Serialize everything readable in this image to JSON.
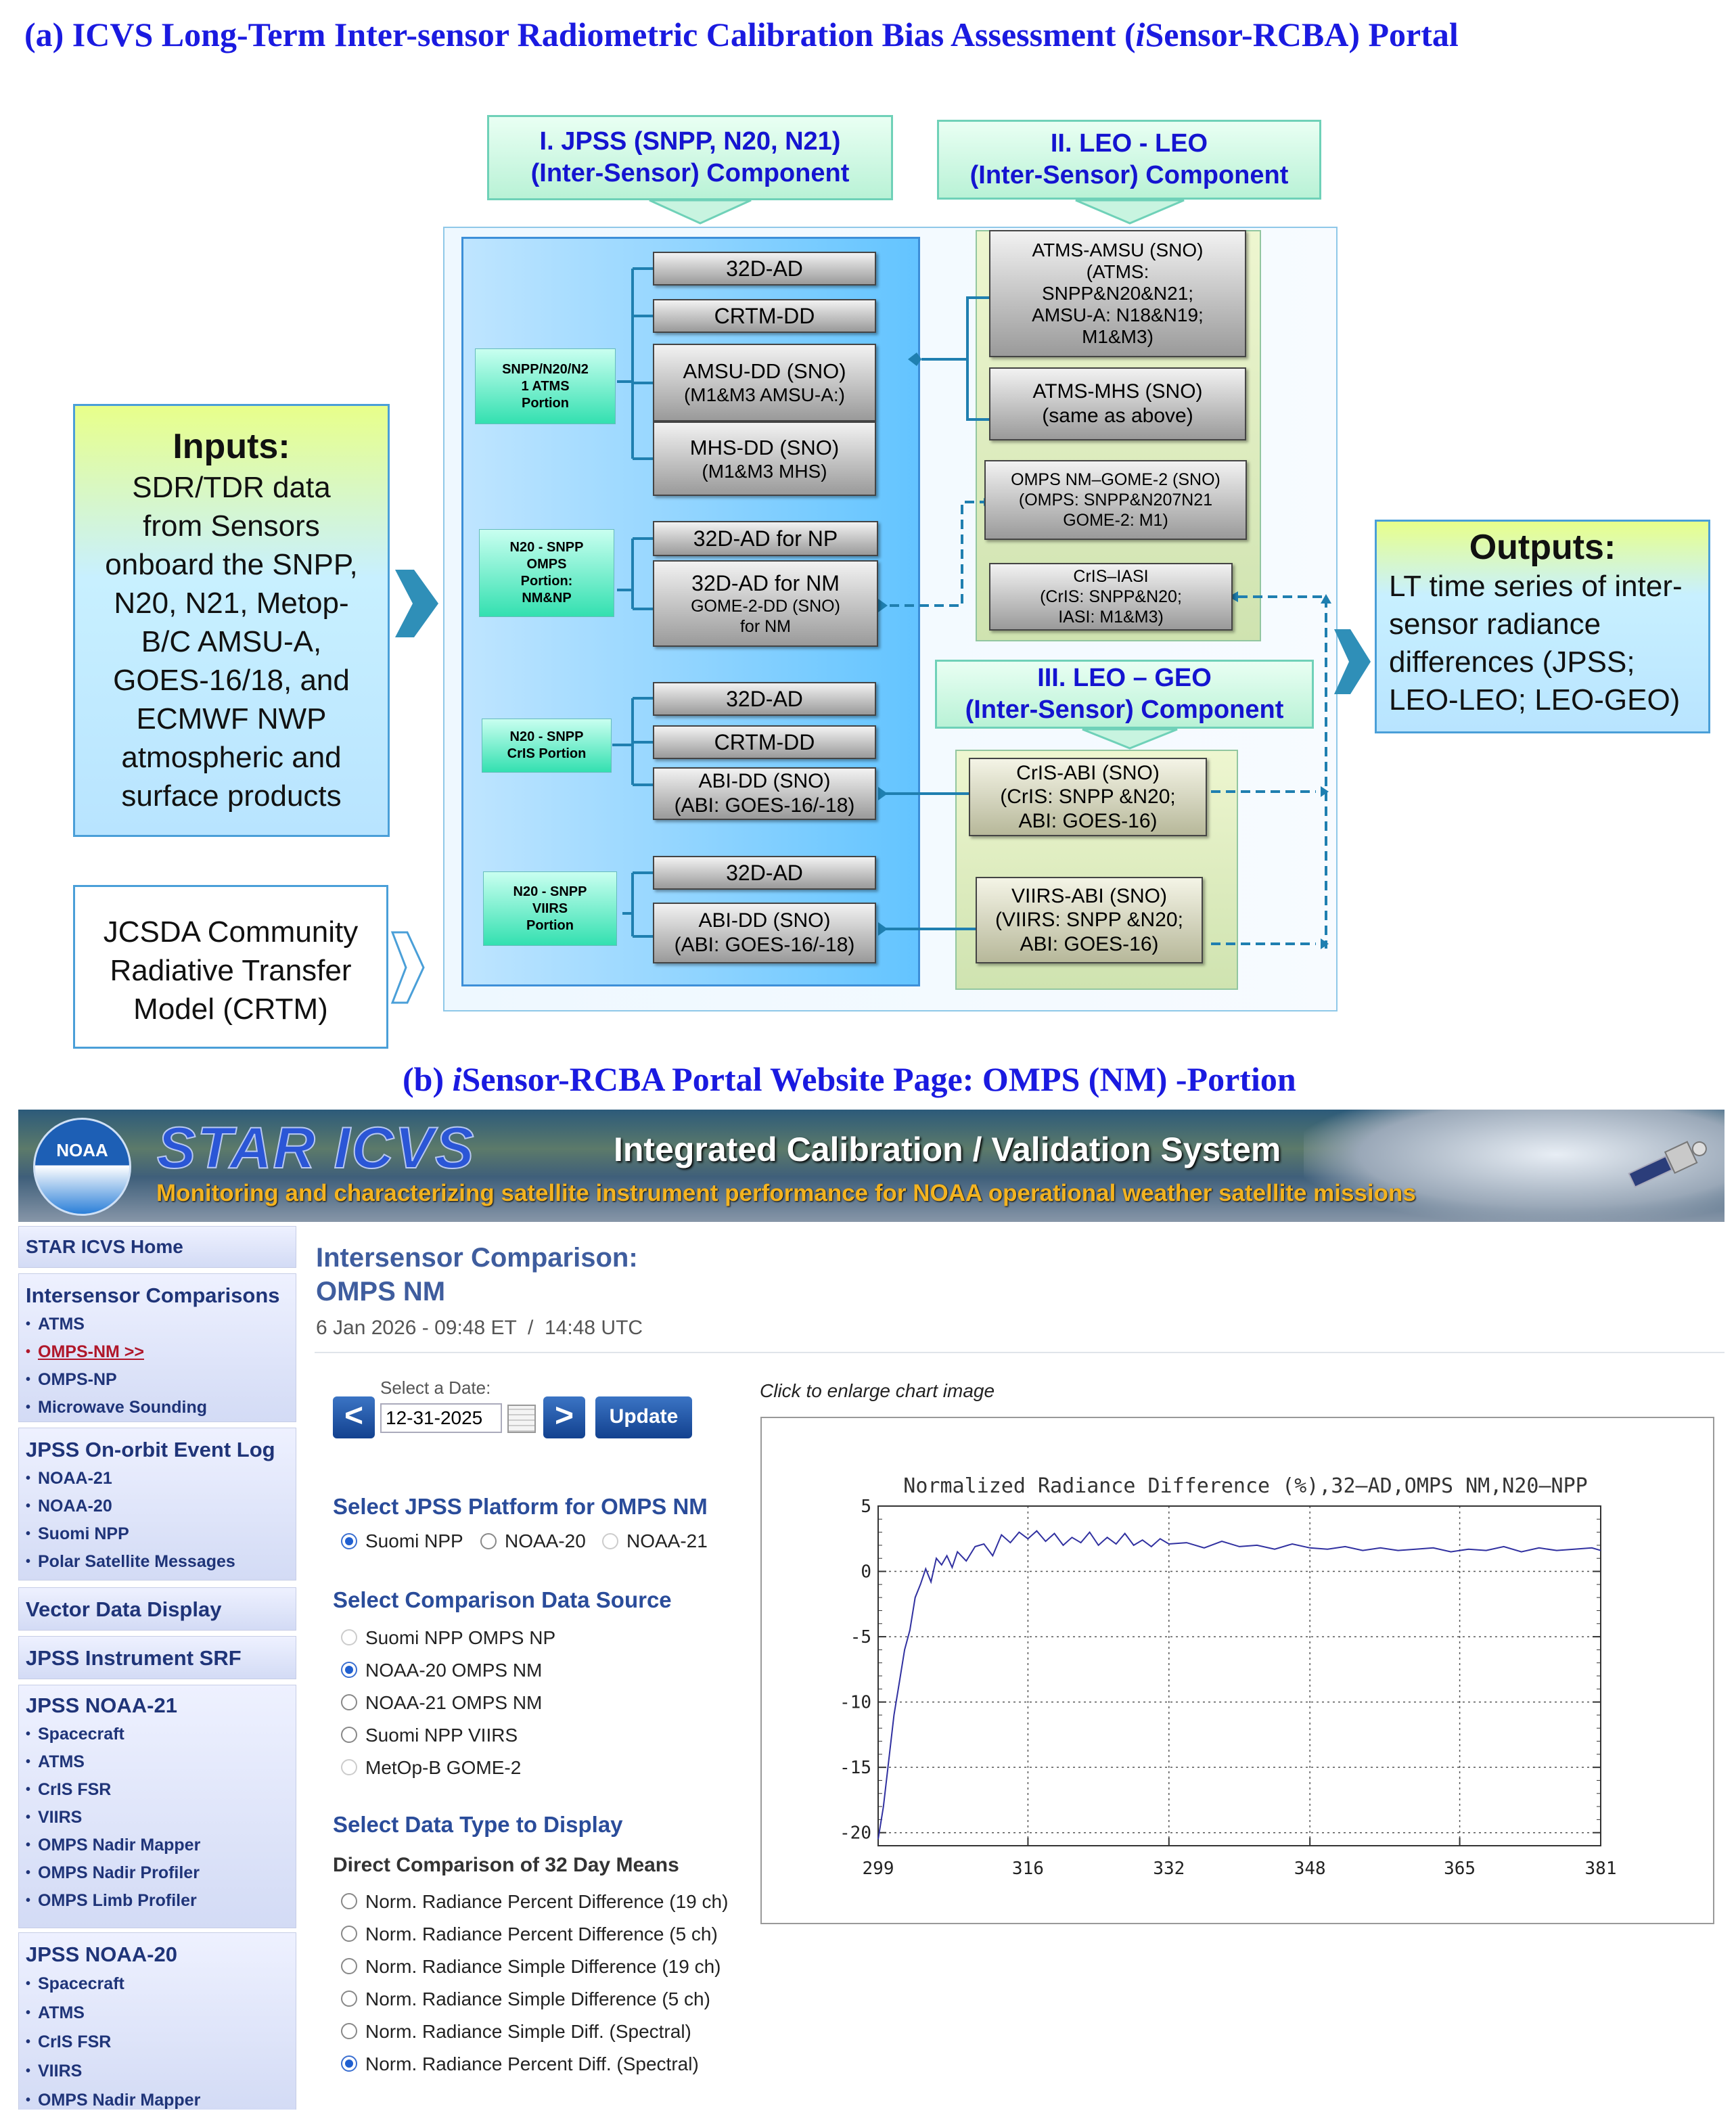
{
  "title_a": {
    "prefix": "(a) ICVS Long-Term Inter-sensor Radiometric Calibration Bias Assessment (",
    "italic": "i",
    "suffix": "Sensor-RCBA) Portal"
  },
  "title_b": {
    "prefix": "(b) ",
    "italic": "i",
    "suffix": "Sensor-RCBA Portal Website Page: OMPS (NM) -Portion"
  },
  "diagram": {
    "comp_jpss": [
      "I. JPSS (SNPP, N20, N21)",
      "(Inter-Sensor) Component"
    ],
    "comp_leo": [
      "II. LEO  - LEO",
      "(Inter-Sensor) Component"
    ],
    "comp_geo": [
      "III. LEO – GEO",
      "(Inter-Sensor) Component"
    ],
    "inputs_title": "Inputs:",
    "inputs_text": [
      "SDR/TDR data",
      "from Sensors",
      "onboard the SNPP,",
      "N20, N21, Metop-",
      "B/C AMSU-A,",
      "GOES-16/18, and",
      "ECMWF NWP",
      "atmospheric and",
      "surface products"
    ],
    "crtm_text": [
      "JCSDA Community",
      "Radiative Transfer",
      "Model (CRTM)"
    ],
    "outputs_title": "Outputs:",
    "outputs_text": [
      "LT time series of inter-",
      "sensor radiance",
      "differences (JPSS;",
      "LEO-LEO; LEO-GEO)"
    ],
    "portions": {
      "atms": [
        "SNPP/N20/N2",
        "1 ATMS",
        "Portion"
      ],
      "omps": [
        "N20 - SNPP",
        "OMPS",
        "Portion:",
        "NM&NP"
      ],
      "cris": [
        "N20 - SNPP",
        "CrIS Portion"
      ],
      "viirs": [
        "N20 - SNPP",
        "VIIRS",
        "Portion"
      ]
    },
    "jpss_boxes": {
      "atms_32d": "32D-AD",
      "atms_crtm": "CRTM-DD",
      "atms_amsu": [
        "AMSU-DD (SNO)",
        "(M1&M3 AMSU-A:)"
      ],
      "atms_mhs": [
        "MHS-DD (SNO)",
        "(M1&M3 MHS)"
      ],
      "omps_np": "32D-AD for NP",
      "omps_nm": [
        "32D-AD for NM",
        "GOME-2-DD (SNO)",
        "for NM"
      ],
      "cris_32d": "32D-AD",
      "cris_crtm": "CRTM-DD",
      "cris_abi": [
        "ABI-DD (SNO)",
        "(ABI: GOES-16/-18)"
      ],
      "viirs_32d": "32D-AD",
      "viirs_abi": [
        "ABI-DD (SNO)",
        "(ABI: GOES-16/-18)"
      ]
    },
    "leo_boxes": {
      "atms_amsu": [
        "ATMS-AMSU (SNO)",
        "(ATMS:",
        "SNPP&N20&N21;",
        "AMSU-A: N18&N19;",
        "M1&M3)"
      ],
      "atms_mhs": [
        "ATMS-MHS (SNO)",
        "(same as above)"
      ],
      "omps_gome": [
        "OMPS NM–GOME-2 (SNO)",
        "(OMPS: SNPP&N207N21",
        "GOME-2: M1)"
      ],
      "cris_iasi": [
        "CrIS–IASI",
        "(CrIS: SNPP&N20;",
        "IASI: M1&M3)"
      ]
    },
    "geo_boxes": {
      "cris_abi": [
        "CrIS-ABI (SNO)",
        "(CrIS: SNPP &N20;",
        "ABI: GOES-16)"
      ],
      "viirs_abi": [
        "VIIRS-ABI (SNO)",
        "(VIIRS: SNPP &N20;",
        "ABI: GOES-16)"
      ]
    }
  },
  "website": {
    "banner": {
      "noaa": "NOAA",
      "logo": "STAR ICVS",
      "title": "Integrated Calibration / Validation System",
      "subtitle": "Monitoring and characterizing satellite instrument performance for NOAA operational weather satellite missions"
    },
    "sidebar": {
      "home": "STAR ICVS Home",
      "intersensor": {
        "title": "Intersensor Comparisons",
        "items": [
          "ATMS",
          "OMPS-NM >>",
          "OMPS-NP",
          "Microwave Sounding"
        ]
      },
      "event_log": {
        "title": "JPSS On-orbit Event Log",
        "items": [
          "NOAA-21",
          "NOAA-20",
          "Suomi NPP",
          "Polar Satellite Messages"
        ]
      },
      "vector": "Vector Data Display",
      "srf": "JPSS Instrument SRF",
      "noaa21": {
        "title": "JPSS NOAA-21",
        "items": [
          "Spacecraft",
          "ATMS",
          "CrIS FSR",
          "VIIRS",
          "OMPS Nadir Mapper",
          "OMPS Nadir Profiler",
          "OMPS Limb Profiler"
        ]
      },
      "noaa20": {
        "title": "JPSS NOAA-20",
        "items": [
          "Spacecraft",
          "ATMS",
          "CrIS FSR",
          "VIIRS",
          "OMPS Nadir Mapper"
        ]
      }
    },
    "page_title": [
      "Intersensor Comparison:",
      "OMPS NM"
    ],
    "timestamp": "6 Jan 2026 - 09:48 ET  /  14:48 UTC",
    "date_label": "Select a Date:",
    "date_value": "12-31-2025",
    "prev": "<",
    "next": ">",
    "update": "Update",
    "platform_heading": "Select JPSS Platform for OMPS NM",
    "platforms": [
      "Suomi NPP",
      "NOAA-20",
      "NOAA-21"
    ],
    "source_heading": "Select Comparison Data Source",
    "sources": [
      "Suomi NPP OMPS NP",
      "NOAA-20 OMPS NM",
      "NOAA-21 OMPS NM",
      "Suomi NPP VIIRS",
      "MetOp-B GOME-2"
    ],
    "datatype_heading": "Select Data Type to Display",
    "datatype_subheading": "Direct Comparison of 32 Day Means",
    "datatypes": [
      "Norm. Radiance Percent Difference (19 ch)",
      "Norm. Radiance Percent Difference (5 ch)",
      "Norm. Radiance Simple Difference (19 ch)",
      "Norm. Radiance Simple Difference (5 ch)",
      "Norm. Radiance Simple Diff. (Spectral)",
      "Norm. Radiance Percent Diff. (Spectral)"
    ],
    "enlarge_note": "Click to enlarge chart image"
  },
  "chart_data": {
    "type": "line",
    "title": "Normalized Radiance Difference (%),32–AD,OMPS NM,N20–NPP",
    "xlim": [
      299,
      381
    ],
    "ylim": [
      -21,
      5
    ],
    "xticks": [
      299,
      316,
      332,
      348,
      365,
      381
    ],
    "yticks": [
      5,
      0,
      -5,
      -10,
      -15,
      -20
    ],
    "grid": true,
    "series": [
      {
        "x": [
          299.0,
          299.6,
          300.2,
          300.8,
          301.4,
          302.0,
          302.6,
          303.2,
          303.8,
          304.4,
          305.0,
          305.6,
          306.2,
          306.8,
          307.4,
          308.0,
          309.0,
          310.0,
          311.0,
          312.0,
          313.0,
          314.0,
          315.0,
          316.0,
          317.0,
          318.0,
          319.0,
          320.0,
          321.0,
          322.0,
          323.0,
          324.0,
          325.0,
          326.0,
          327.0,
          328.0,
          329.0,
          330.0,
          331.0,
          332.0,
          334.0,
          336.0,
          338.0,
          340.0,
          342.0,
          344.0,
          346.0,
          348.0,
          350.0,
          352.0,
          354.0,
          356.0,
          358.0,
          360.0,
          362.0,
          364.0,
          366.0,
          368.0,
          370.0,
          372.0,
          374.0,
          376.0,
          378.0,
          380.0,
          381.0
        ],
        "values": [
          -20.5,
          -18.0,
          -14.5,
          -11.0,
          -8.5,
          -6.0,
          -4.5,
          -2.0,
          -1.0,
          0.2,
          -0.8,
          1.0,
          0.5,
          1.2,
          0.3,
          1.5,
          0.8,
          1.9,
          2.1,
          1.2,
          2.8,
          2.2,
          3.0,
          2.5,
          3.1,
          2.3,
          2.9,
          2.0,
          2.6,
          2.2,
          3.0,
          2.0,
          2.6,
          2.1,
          2.9,
          2.0,
          2.4,
          1.9,
          2.5,
          2.1,
          2.2,
          1.8,
          2.3,
          1.9,
          2.0,
          1.7,
          2.1,
          1.8,
          1.7,
          1.9,
          1.6,
          1.8,
          1.6,
          1.7,
          1.8,
          1.5,
          1.7,
          1.6,
          1.9,
          1.5,
          1.8,
          1.6,
          1.7,
          1.8,
          1.6
        ]
      }
    ]
  },
  "colors": {
    "title": "#1a1ae0",
    "component": "#1414d0",
    "panel": "#7ed0ff",
    "link": "#b0172a",
    "heading": "#2a4c9a",
    "line": "#3030a0"
  }
}
